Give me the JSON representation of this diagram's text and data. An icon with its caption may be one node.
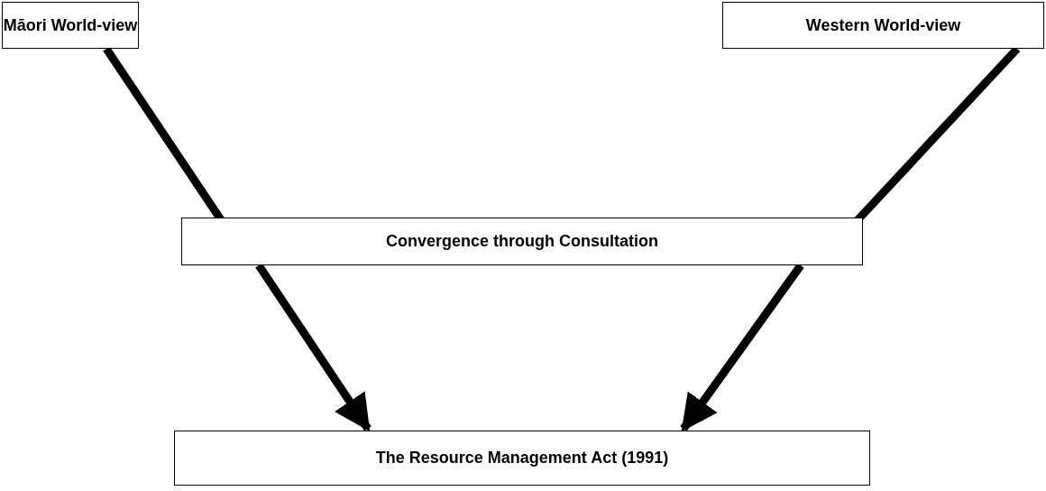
{
  "diagram": {
    "nodes": [
      {
        "text": [
          "Māori World-view"
        ]
      },
      {
        "text": [
          "Western World-view"
        ]
      },
      {
        "text": [
          "Convergence through Consultation"
        ]
      },
      {
        "text": [
          "The Resource Management Act (1991)"
        ]
      }
    ],
    "edges": [
      {
        "from": 0,
        "to": 2,
        "arrow": "none"
      },
      {
        "from": 1,
        "to": 2,
        "arrow": "none"
      },
      {
        "from": 2,
        "to": 3,
        "arrow": "to"
      },
      {
        "from": 2,
        "to": 3,
        "arrow": "to"
      }
    ]
  }
}
